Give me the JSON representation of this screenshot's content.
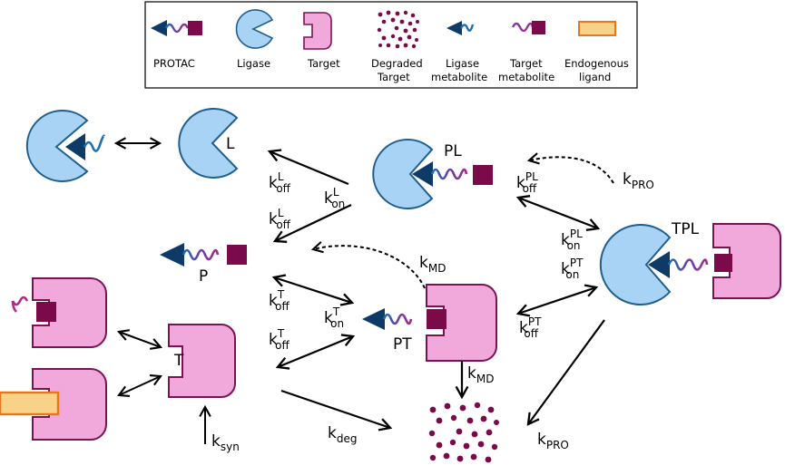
{
  "legend": {
    "protac": "PROTAC",
    "ligase": "Ligase",
    "target": "Target",
    "degraded_target_1": "Degraded",
    "degraded_target_2": "Target",
    "ligase_metabolite_1": "Ligase",
    "ligase_metabolite_2": "metabolite",
    "target_metabolite_1": "Target",
    "target_metabolite_2": "metabolite",
    "endogenous_ligand_1": "Endogenous",
    "endogenous_ligand_2": "ligand"
  },
  "species": {
    "L": "L",
    "PL": "PL",
    "P": "P",
    "T": "T",
    "PT": "PT",
    "TPL": "TPL"
  },
  "rates": {
    "k": "k",
    "off": "off",
    "on": "on",
    "L": "L",
    "T": "T",
    "PL": "PL",
    "PT": "PT",
    "MD": "MD",
    "PRO": "PRO",
    "syn": "syn",
    "deg": "deg"
  },
  "colors": {
    "ligase_fill": "#a9d3f5",
    "ligase_stroke": "#1e5f8e",
    "target_fill": "#f1a9dc",
    "target_stroke": "#7a1355",
    "anchor": "#7a0a4a",
    "arrowhead": "#0d3a66",
    "ligand_fill": "#f9d28a",
    "ligand_stroke": "#e8771c"
  }
}
